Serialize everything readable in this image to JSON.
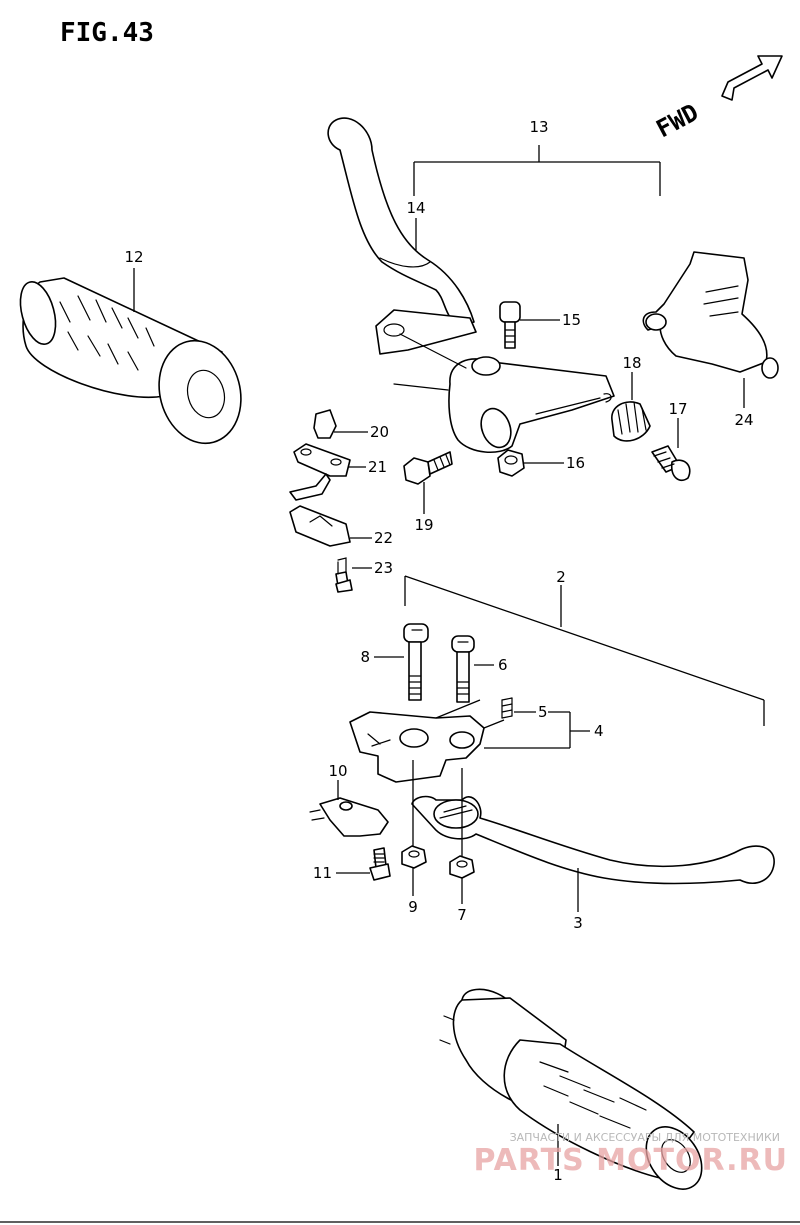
{
  "diagram": {
    "title": "FIG.43",
    "fwd_label": "FWD",
    "callouts": [
      {
        "id": "1",
        "text": "1"
      },
      {
        "id": "2",
        "text": "2"
      },
      {
        "id": "3",
        "text": "3"
      },
      {
        "id": "4",
        "text": "4"
      },
      {
        "id": "5",
        "text": "5"
      },
      {
        "id": "6",
        "text": "6"
      },
      {
        "id": "7",
        "text": "7"
      },
      {
        "id": "8",
        "text": "8"
      },
      {
        "id": "9",
        "text": "9"
      },
      {
        "id": "10",
        "text": "10"
      },
      {
        "id": "11",
        "text": "11"
      },
      {
        "id": "12",
        "text": "12"
      },
      {
        "id": "13",
        "text": "13"
      },
      {
        "id": "14",
        "text": "14"
      },
      {
        "id": "15",
        "text": "15"
      },
      {
        "id": "16",
        "text": "16"
      },
      {
        "id": "17",
        "text": "17"
      },
      {
        "id": "18",
        "text": "18"
      },
      {
        "id": "19",
        "text": "19"
      },
      {
        "id": "20",
        "text": "20"
      },
      {
        "id": "21",
        "text": "21"
      },
      {
        "id": "22",
        "text": "22"
      },
      {
        "id": "23",
        "text": "23"
      },
      {
        "id": "24",
        "text": "24"
      }
    ]
  },
  "watermark": {
    "line1": "ЗАПЧАСТИ И АКСЕССУАРЫ ДЛЯ МОТОТЕХНИКИ",
    "line2": "PARTS MOTOR.RU"
  }
}
